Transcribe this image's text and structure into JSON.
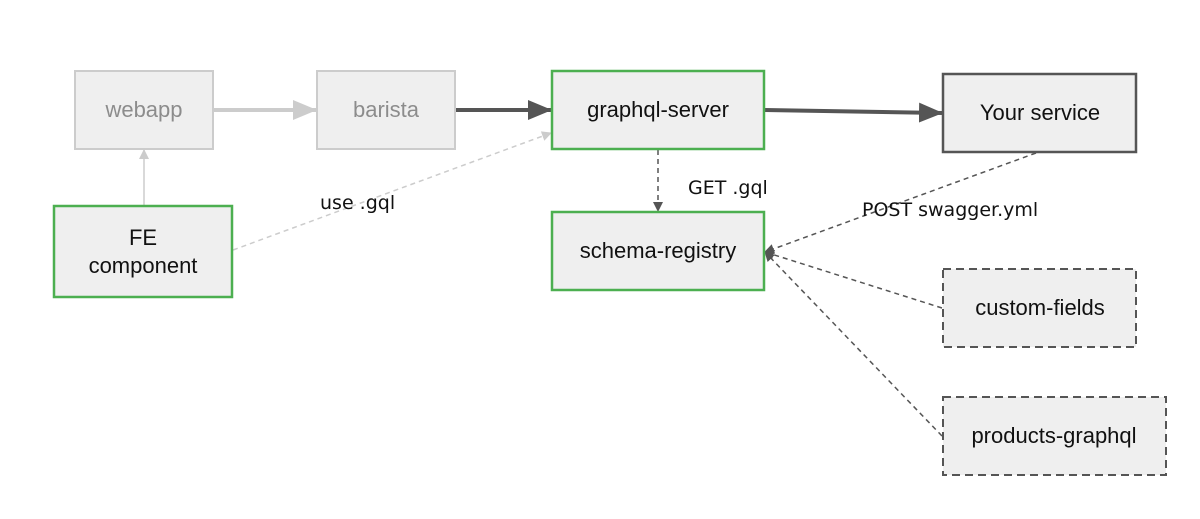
{
  "colors": {
    "faded_box_fill": "#efefef",
    "faded_box_border": "#cccccc",
    "faded_text": "#8c8c8c",
    "faded_arrow": "#cccccc",
    "highlight_border": "#4caf50",
    "box_fill": "#efefef",
    "dark_border": "#555555",
    "dark_arrow": "#555555",
    "text": "#111111"
  },
  "nodes": {
    "webapp": "webapp",
    "barista": "barista",
    "graphql_server": "graphql-server",
    "your_service": "Your service",
    "fe_component_line1": "FE",
    "fe_component_line2": "component",
    "schema_registry": "schema-registry",
    "custom_fields": "custom-fields",
    "products_graphql": "products-graphql"
  },
  "edges": {
    "use_gql": "use .gql",
    "get_gql": "GET .gql",
    "post_swagger": "POST swagger.yml"
  }
}
